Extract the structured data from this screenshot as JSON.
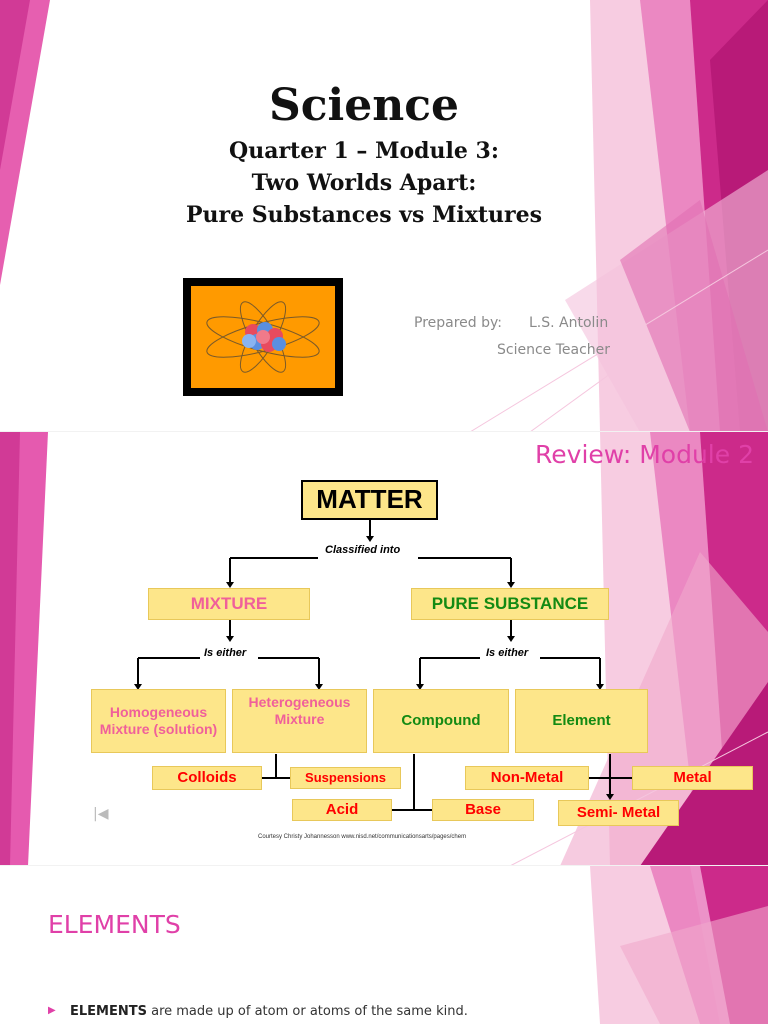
{
  "slide1": {
    "title": "Science",
    "subtitle_line1": "Quarter 1 – Module 3:",
    "subtitle_line2": "Two Worlds Apart:",
    "subtitle_line3": "Pure Substances vs Mixtures",
    "prepared_by_label": "Prepared by:",
    "author": "L.S. Antolin",
    "role": "Science Teacher",
    "image_icon": "atom-icon"
  },
  "slide2": {
    "heading": "Review: Module 2",
    "matter": "MATTER",
    "classified_into": "Classified into",
    "mixture": "MIXTURE",
    "pure_substance": "PURE SUBSTANCE",
    "is_either_left": "Is either",
    "is_either_right": "Is either",
    "homogeneous": "Homogeneous Mixture (solution)",
    "heterogeneous": "Heterogeneous Mixture",
    "compound": "Compound",
    "element": "Element",
    "colloids": "Colloids",
    "suspensions": "Suspensions",
    "acid": "Acid",
    "base": "Base",
    "non_metal": "Non-Metal",
    "metal": "Metal",
    "semi_metal": "Semi- Metal",
    "courtesy": "Courtesy Christy Johannesson www.nisd.net/communicationsarts/pages/chem"
  },
  "slide3": {
    "heading": "ELEMENTS",
    "bullet_bold": "ELEMENTS",
    "bullet_rest": " are made up of atom or atoms of the same kind."
  },
  "colors": {
    "accent_pink": "#e040a8",
    "box_fill": "#fde68a",
    "red_text": "#ff0000",
    "green_text": "#138a13",
    "atom_bg": "#ff9a00"
  }
}
